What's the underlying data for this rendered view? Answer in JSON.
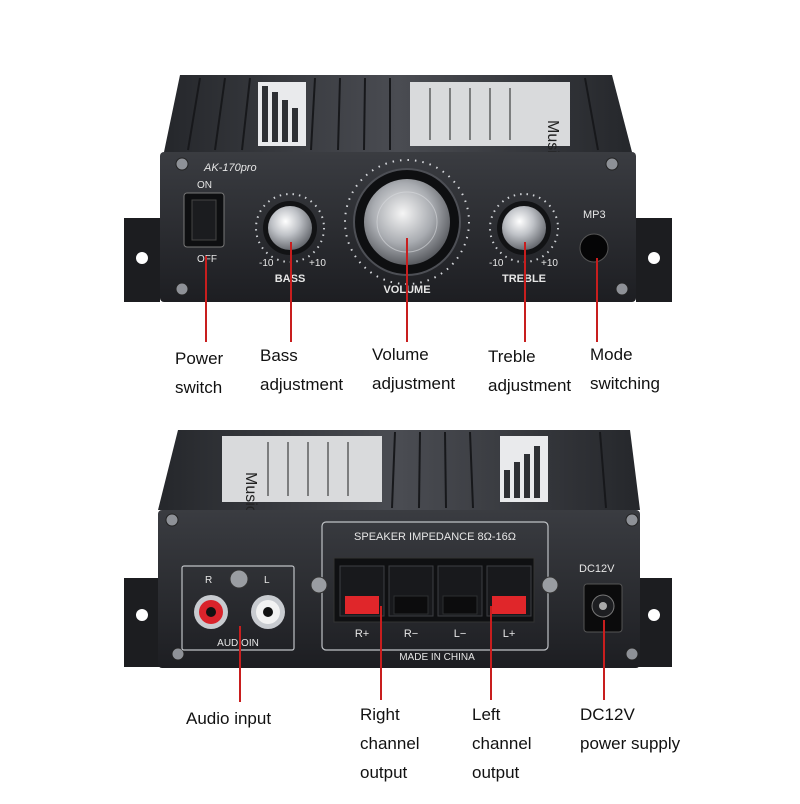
{
  "front": {
    "model": "AK-170pro",
    "switch_on": "ON",
    "switch_off": "OFF",
    "bass_label": "BASS",
    "volume_label": "VOLUME",
    "treble_label": "TREBLE",
    "mp3_label": "MP3",
    "dial_min": "-10",
    "dial_max": "+10",
    "brand": "Music"
  },
  "rear": {
    "impedance_label": "SPEAKER IMPEDANCE 8Ω-16Ω",
    "made_in": "MADE IN CHINA",
    "dc_label": "DC12V",
    "audio_in_label": "AUDIOIN",
    "r_label": "R",
    "l_label": "L",
    "terminals": [
      "R+",
      "R−",
      "L−",
      "L+"
    ]
  },
  "callouts": {
    "power_switch": "Power\nswitch",
    "bass_adjustment": "Bass\nadjustment",
    "volume_adjustment": "Volume\nadjustment",
    "treble_adjustment": "Treble\nadjustment",
    "mode_switching": "Mode\nswitching",
    "audio_input": "Audio input",
    "right_channel_output": "Right\nchannel\noutput",
    "left_channel_output": "Left\nchannel\noutput",
    "dc12v_power_supply": "DC12V\npower supply"
  },
  "colors": {
    "pointer": "#c81e1e",
    "panel": "#2b2d31",
    "terminal_red": "#e0262a"
  }
}
